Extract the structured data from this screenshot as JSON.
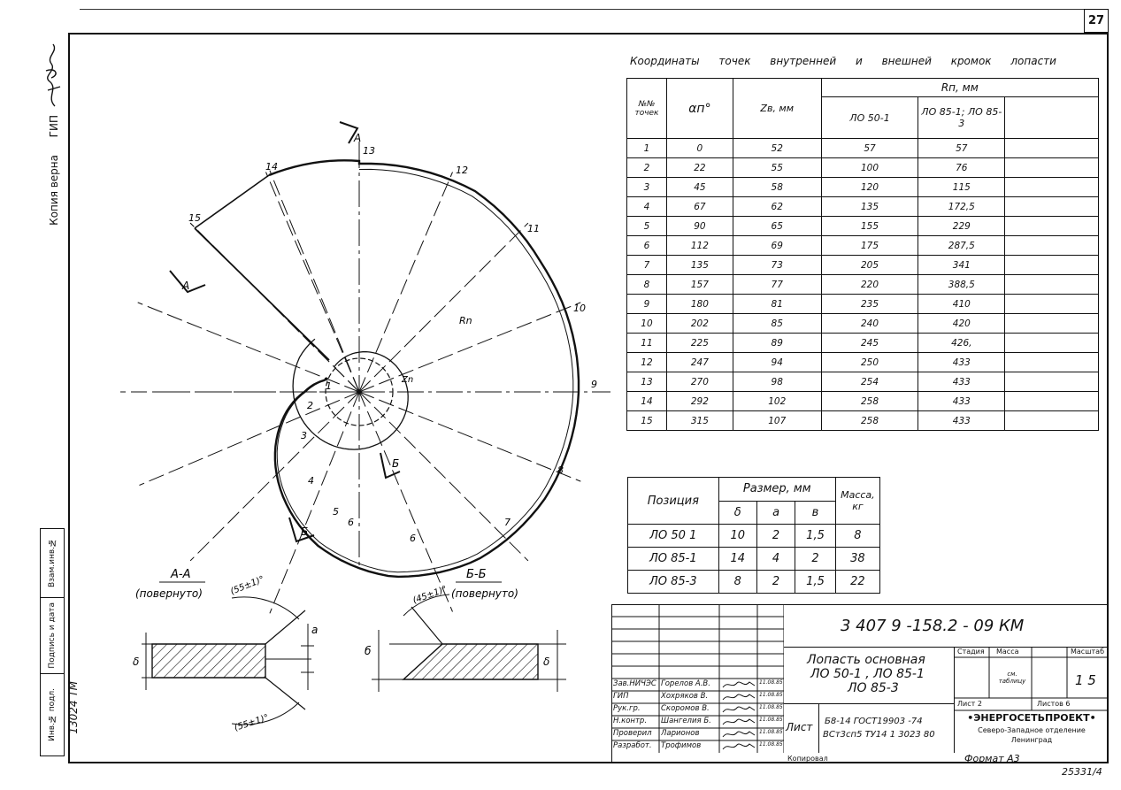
{
  "sheet_number": "27",
  "left_margin": {
    "copy_text": "Копия верна",
    "chief_label": "ГИП"
  },
  "left_stamp": {
    "inventory_label": "Инв.№ подл.",
    "inventory_value": "13024 ТМ",
    "signature_label": "Подпись и дата",
    "replace_label": "Взам.инв.№"
  },
  "drawing": {
    "point_labels": [
      "1",
      "2",
      "3",
      "4",
      "5",
      "6",
      "7",
      "8",
      "9",
      "10",
      "11",
      "12",
      "13",
      "14",
      "15"
    ],
    "section_a_mark": "А",
    "section_b_mark": "Б",
    "label_rn": "Rn",
    "label_rz": "Zn",
    "section_aa_title": "А-А",
    "section_aa_sub": "(повернуто)",
    "section_aa_angle_top": "(55±1)°",
    "section_aa_angle_bottom": "(55±1)°",
    "section_bb_title": "Б-Б",
    "section_bb_sub": "(повернуто)",
    "section_bb_angle": "(45±1)°",
    "dim_a": "а",
    "dim_b": "б",
    "dim_s": "δ"
  },
  "coord_table": {
    "title": "Координаты точек внутренней и внешней кромок лопасти",
    "col_num": "№№ точек",
    "col_alpha": "αп°",
    "col_r": "Zв, мм",
    "col_R": "Rп, мм",
    "col_lo50": "ЛО 50-1",
    "col_lo85": "ЛО 85-1; ЛО 85-3",
    "rows": [
      [
        "1",
        "0",
        "52",
        "57",
        "57"
      ],
      [
        "2",
        "22",
        "55",
        "100",
        "76"
      ],
      [
        "3",
        "45",
        "58",
        "120",
        "115"
      ],
      [
        "4",
        "67",
        "62",
        "135",
        "172,5"
      ],
      [
        "5",
        "90",
        "65",
        "155",
        "229"
      ],
      [
        "6",
        "112",
        "69",
        "175",
        "287,5"
      ],
      [
        "7",
        "135",
        "73",
        "205",
        "341"
      ],
      [
        "8",
        "157",
        "77",
        "220",
        "388,5"
      ],
      [
        "9",
        "180",
        "81",
        "235",
        "410"
      ],
      [
        "10",
        "202",
        "85",
        "240",
        "420"
      ],
      [
        "11",
        "225",
        "89",
        "245",
        "426,"
      ],
      [
        "12",
        "247",
        "94",
        "250",
        "433"
      ],
      [
        "13",
        "270",
        "98",
        "254",
        "433"
      ],
      [
        "14",
        "292",
        "102",
        "258",
        "433"
      ],
      [
        "15",
        "315",
        "107",
        "258",
        "433"
      ]
    ]
  },
  "position_table": {
    "col_pos": "Позиция",
    "col_size": "Размер, мм",
    "col_mass": "Масса, кг",
    "sub_s": "δ",
    "sub_a": "а",
    "sub_b": "в",
    "rows": [
      [
        "ЛО 50 1",
        "10",
        "2",
        "1,5",
        "8"
      ],
      [
        "ЛО 85-1",
        "14",
        "4",
        "2",
        "38"
      ],
      [
        "ЛО 85-3",
        "8",
        "2",
        "1,5",
        "22"
      ]
    ]
  },
  "title_block": {
    "code": "3 407 9 -158.2 - 09 КМ",
    "name_line1": "Лопасть основная",
    "name_line2": "ЛО 50-1 , ЛО 85-1",
    "name_line3": "ЛО 85-3",
    "stage_label": "Стадия",
    "mass_label": "Масса",
    "scale_label": "Масштаб",
    "mass_value": "см. таблицу",
    "scale_value": "1 5",
    "sheet_label": "Лист 2",
    "sheets_label": "Листов 6",
    "material_label": "Лист",
    "material_line1": "Б8-14 ГОСТ19903 -74",
    "material_line2": "ВСт3сп5 ТУ14 1 3023 80",
    "org_line1": "•ЭНЕРГОСЕТЬПРОЕКТ•",
    "org_line2": "Северо-Западное отделение",
    "org_line3": "Ленинград",
    "staff": [
      [
        "Зав.НИЧЭС",
        "Горелов А.В.",
        "11.08.85"
      ],
      [
        "ГИП",
        "Хохряков В.",
        "11.08.85"
      ],
      [
        "Рук.гр.",
        "Скоромов В.",
        "11.08.85"
      ],
      [
        "Н.контр.",
        "Шангелия Б.",
        "11.08.85"
      ],
      [
        "Проверил",
        "Ларионов",
        "11.08.85"
      ],
      [
        "Разработ.",
        "Трофимов",
        "11.08.85"
      ]
    ],
    "copied_label": "Копировал",
    "format_label": "Формат А3",
    "archive_number": "25331/4"
  }
}
